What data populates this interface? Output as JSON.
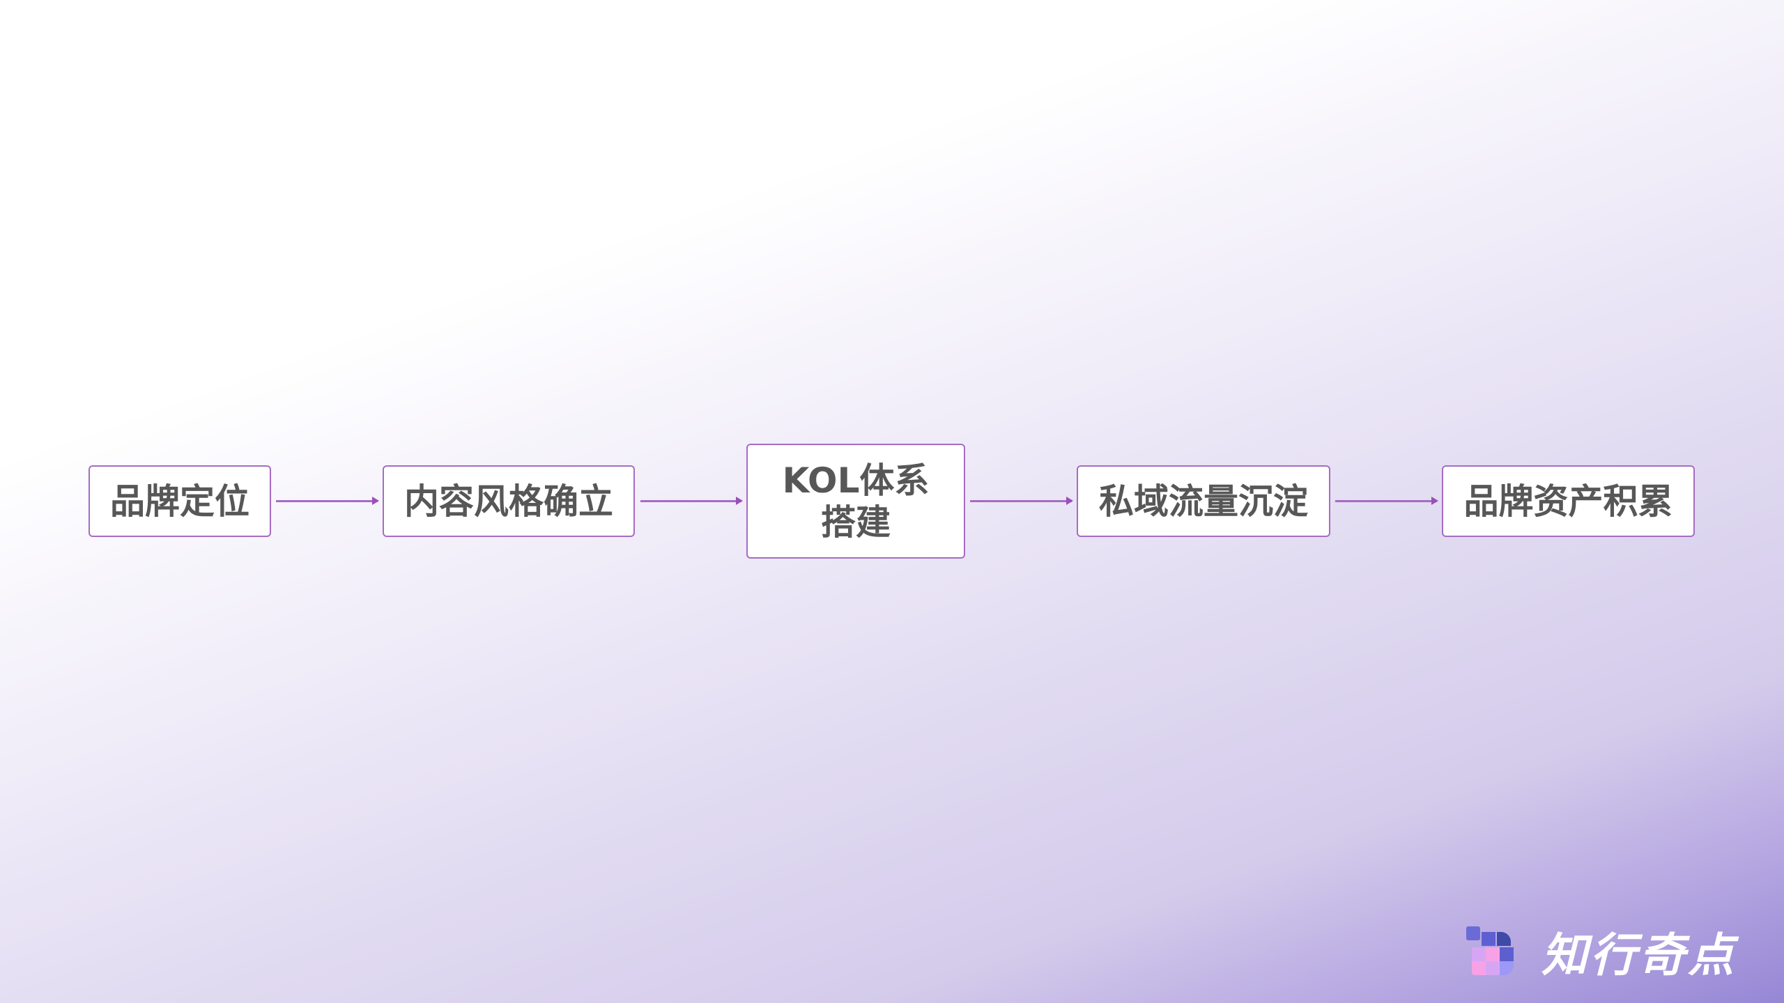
{
  "flow": {
    "steps": [
      {
        "label": "品牌定位"
      },
      {
        "label": "内容风格确立"
      },
      {
        "label": "KOL体系搭建"
      },
      {
        "label": "私域流量沉淀"
      },
      {
        "label": "品牌资产积累"
      }
    ]
  },
  "brand": {
    "name": "知行奇点"
  },
  "colors": {
    "border": "#a56cc4",
    "text": "#575757",
    "accent": "#9687d6"
  }
}
